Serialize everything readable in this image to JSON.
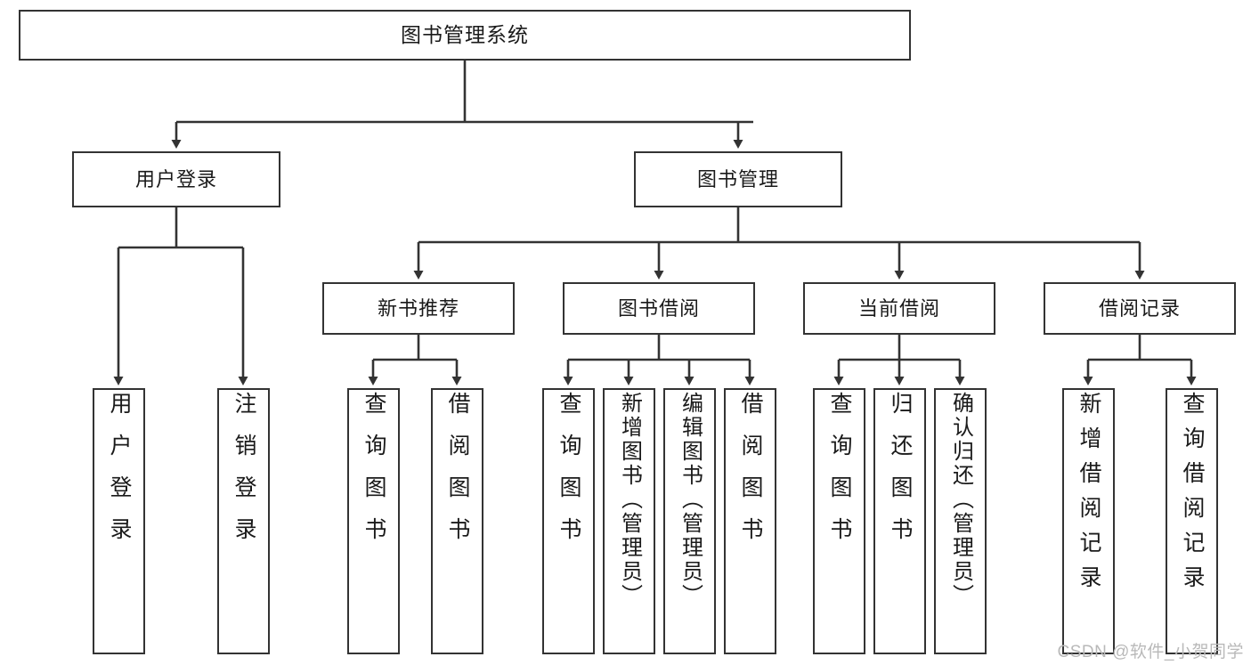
{
  "diagram": {
    "type": "tree-hierarchy",
    "title": "图书管理系统",
    "orientation": "top-down",
    "colors": {
      "stroke": "#333333",
      "box_fill": "#ffffff",
      "text": "#1a1a1a",
      "watermark": "#b9b9b9",
      "background": "#ffffff"
    },
    "root": {
      "label": "图书管理系统"
    },
    "level2": [
      {
        "label": "用户登录"
      },
      {
        "label": "图书管理"
      }
    ],
    "level3": [
      {
        "label": "新书推荐"
      },
      {
        "label": "图书借阅"
      },
      {
        "label": "当前借阅"
      },
      {
        "label": "借阅记录"
      }
    ],
    "leaves": {
      "user_login": [
        {
          "label": "用户登录"
        },
        {
          "label": "注销登录"
        }
      ],
      "new_book_recommend": [
        {
          "label": "查询图书"
        },
        {
          "label": "借阅图书"
        }
      ],
      "book_borrow": [
        {
          "label": "查询图书"
        },
        {
          "label": "新增图书（管理员）"
        },
        {
          "label": "编辑图书（管理员）"
        },
        {
          "label": "借阅图书"
        }
      ],
      "current_borrow": [
        {
          "label": "查询图书"
        },
        {
          "label": "归还图书"
        },
        {
          "label": "确认归还（管理员）"
        }
      ],
      "borrow_records": [
        {
          "label": "新增借阅记录"
        },
        {
          "label": "查询借阅记录"
        }
      ]
    },
    "edges": [
      {
        "from": "图书管理系统",
        "to": "用户登录"
      },
      {
        "from": "图书管理系统",
        "to": "图书管理"
      },
      {
        "from": "用户登录",
        "to": "用户登录"
      },
      {
        "from": "用户登录",
        "to": "注销登录"
      },
      {
        "from": "图书管理",
        "to": "新书推荐"
      },
      {
        "from": "图书管理",
        "to": "图书借阅"
      },
      {
        "from": "图书管理",
        "to": "当前借阅"
      },
      {
        "from": "图书管理",
        "to": "借阅记录"
      },
      {
        "from": "新书推荐",
        "to": "查询图书"
      },
      {
        "from": "新书推荐",
        "to": "借阅图书"
      },
      {
        "from": "图书借阅",
        "to": "查询图书"
      },
      {
        "from": "图书借阅",
        "to": "新增图书（管理员）"
      },
      {
        "from": "图书借阅",
        "to": "编辑图书（管理员）"
      },
      {
        "from": "图书借阅",
        "to": "借阅图书"
      },
      {
        "from": "当前借阅",
        "to": "查询图书"
      },
      {
        "from": "当前借阅",
        "to": "归还图书"
      },
      {
        "from": "当前借阅",
        "to": "确认归还（管理员）"
      },
      {
        "from": "借阅记录",
        "to": "新增借阅记录"
      },
      {
        "from": "借阅记录",
        "to": "查询借阅记录"
      }
    ]
  },
  "watermark": {
    "text": "CSDN @软件_小贺同学"
  }
}
